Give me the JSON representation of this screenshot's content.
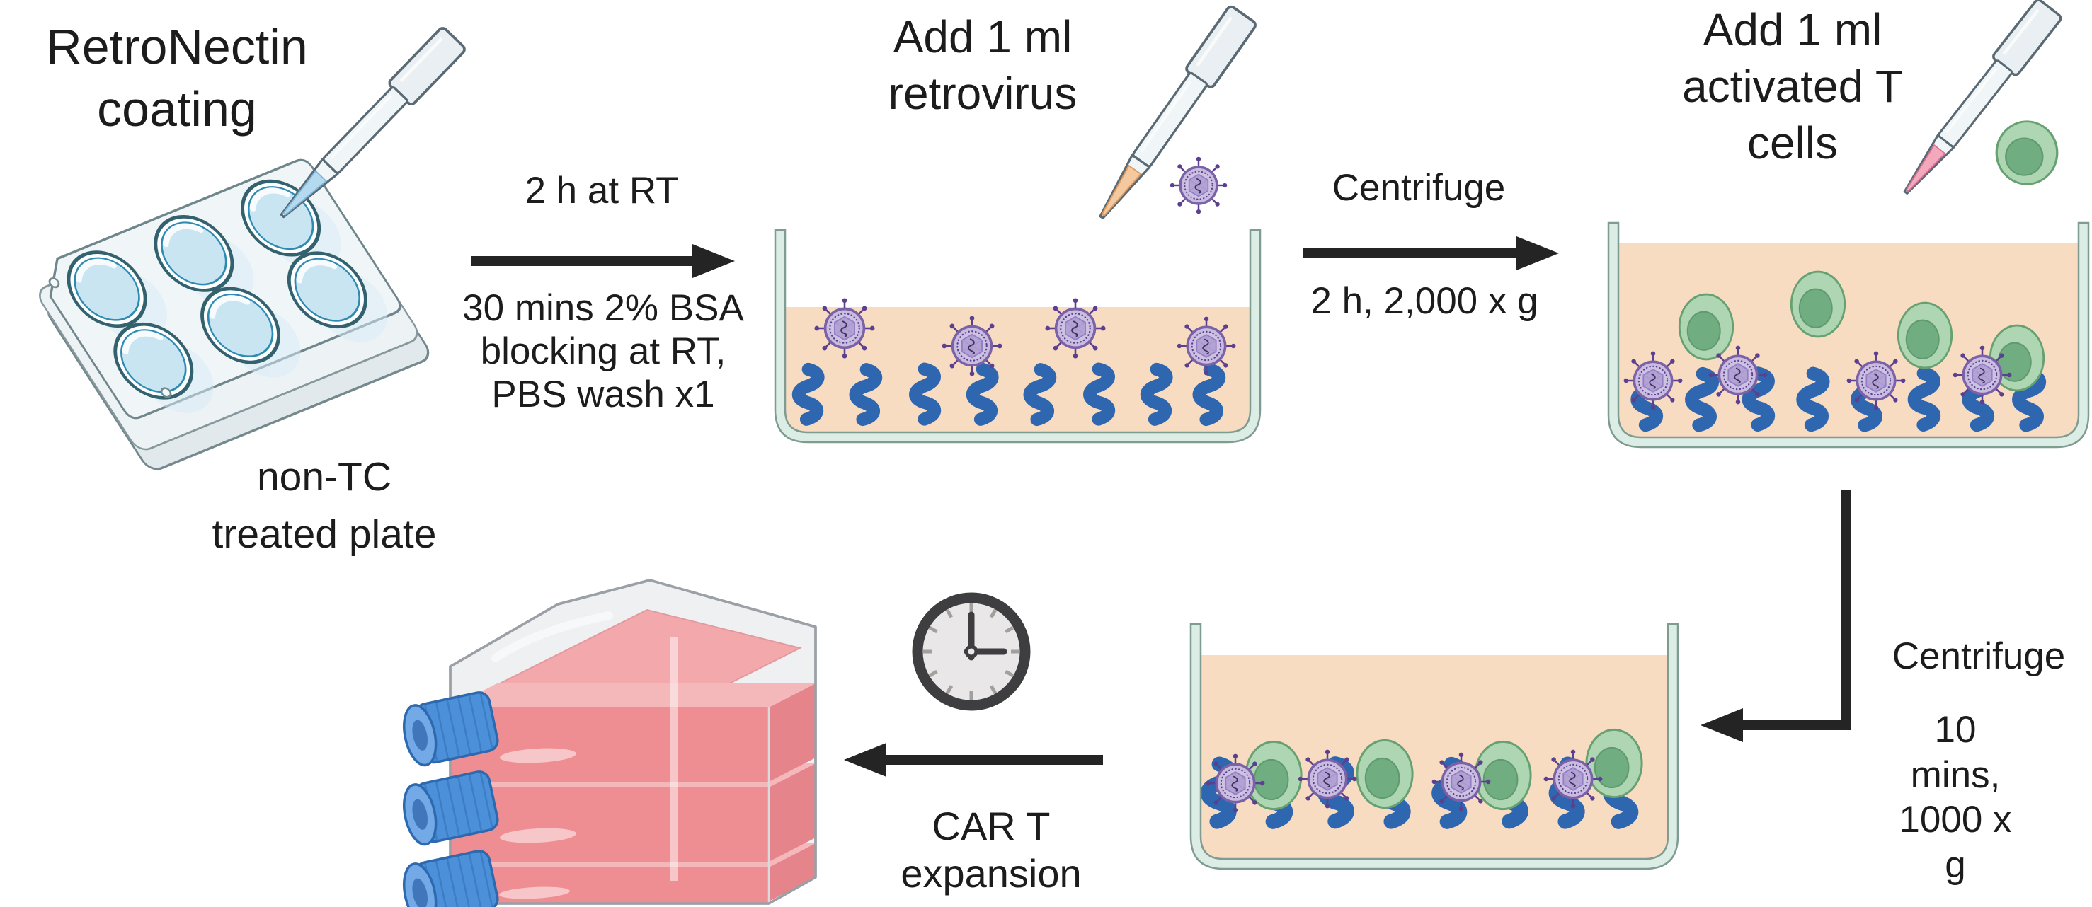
{
  "labels": {
    "retronectin_coating": "RetroNectin\ncoating",
    "non_tc_plate": "non-TC\ntreated plate",
    "incubate_rt": "2 h at RT",
    "bsa_blocking": "30 mins 2% BSA\nblocking at RT,\nPBS wash x1",
    "add_retrovirus": "Add 1 ml\nretrovirus",
    "centrifuge1": "Centrifuge",
    "centrifuge1_detail": "2 h, 2,000 x g",
    "add_t_cells": "Add 1 ml\nactivated T\ncells",
    "centrifuge2": "Centrifuge",
    "centrifuge2_detail": "10 mins,\n1000 x g",
    "car_t_expansion": "CAR T\nexpansion"
  },
  "icons": {
    "clock": "clock-icon",
    "retrovirus_particle": "retrovirus-icon",
    "retronectin_molecule": "retronectin-icon",
    "t_cell": "t-cell-icon",
    "pipette": "pipette-icon",
    "six_well_plate": "six-well-plate-icon",
    "well_cross_section": "well-cross-section-icon",
    "triple_flask": "triple-layer-flask-icon",
    "arrow_right": "arrow-right-icon",
    "arrow_left": "arrow-left-icon",
    "arrow_down_left": "arrow-down-left-icon"
  },
  "colors": {
    "background": "#ffffff",
    "text": "#1c1c1c",
    "arrow": "#242424",
    "well_glass": "#dcede6",
    "well_glass_border": "#7f9c93",
    "medium_peach": "#f8dcc2",
    "retronectin_blue": "#2e66b0",
    "virus_envelope": "#7b61a5",
    "virus_body": "#c9bce1",
    "virus_capsid": "#b3a3d5",
    "t_cell_green": "#aed6b3",
    "t_cell_nucleus": "#70ad80",
    "plate_body": "#f0f5f7",
    "plate_well_liquid": "#c9e5f2",
    "plate_well_rim": "#33616e",
    "pipette_body": "#f0f5f7",
    "pipette_outline": "#5a6a74",
    "pipette_liquid_retronectin": "#b5daf0",
    "pipette_liquid_retrovirus": "#f5c9a0",
    "pipette_liquid_t_cells": "#f3a8bc",
    "flask_media_red": "#ee8e93",
    "flask_cap_blue": "#4b90d9",
    "clock_gray": "#3e3e40"
  }
}
